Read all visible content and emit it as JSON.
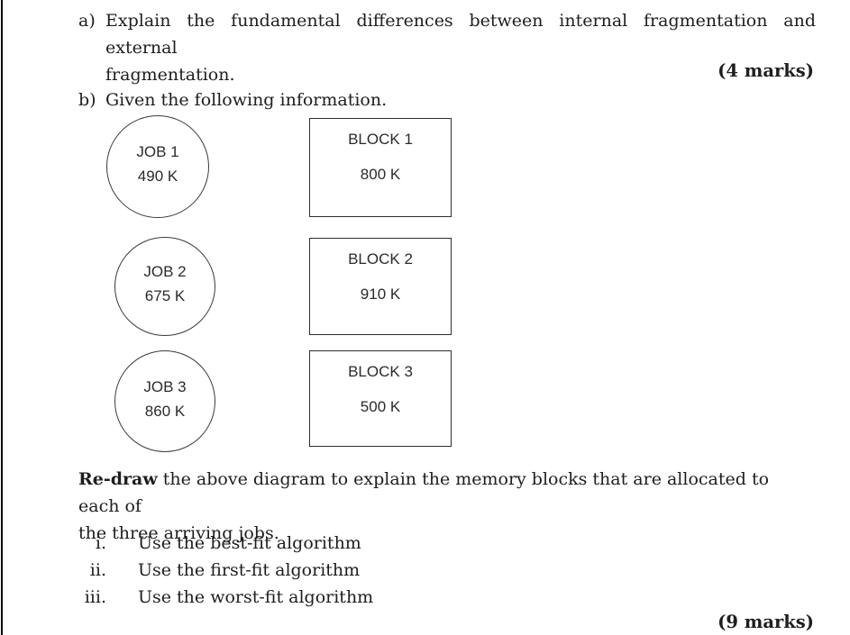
{
  "question_a": {
    "label": "a)",
    "line1": "Explain the fundamental differences between internal fragmentation and external",
    "line2": "fragmentation.",
    "marks": "(4 marks)"
  },
  "question_b": {
    "label": "b)",
    "text": "Given the following information."
  },
  "diagram": {
    "jobs": [
      {
        "name": "JOB 1",
        "size": "490 K"
      },
      {
        "name": "JOB 2",
        "size": "675 K"
      },
      {
        "name": "JOB 3",
        "size": "860 K"
      }
    ],
    "blocks": [
      {
        "name": "BLOCK 1",
        "size": "800 K"
      },
      {
        "name": "BLOCK 2",
        "size": "910 K"
      },
      {
        "name": "BLOCK 3",
        "size": "500 K"
      }
    ]
  },
  "redraw": {
    "lead": "Re-draw",
    "line1_rest": " the above diagram to explain the memory blocks that are allocated to each of",
    "line2": "the three arriving jobs."
  },
  "algorithms": [
    {
      "numeral": "i.",
      "label": "Use the best-fit algorithm"
    },
    {
      "numeral": "ii.",
      "label": "Use the first-fit algorithm"
    },
    {
      "numeral": "iii.",
      "label": "Use the worst-fit algorithm"
    }
  ],
  "marks_b": "(9 marks)",
  "colors": {
    "text": "#1e1e1e",
    "diagram_text": "#2b2b2b",
    "shape_border": "#3a3a3a",
    "left_rule": "#000000",
    "background": "#ffffff"
  }
}
